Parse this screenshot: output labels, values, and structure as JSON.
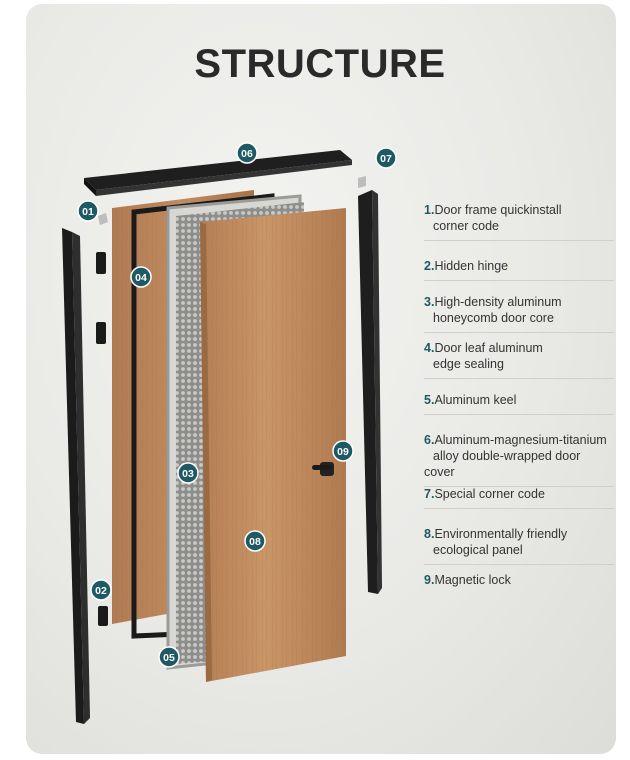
{
  "title": "STRUCTURE",
  "accent_color": "#1d5a63",
  "callouts": [
    "01",
    "02",
    "03",
    "04",
    "05",
    "06",
    "07",
    "08",
    "09"
  ],
  "legend": [
    {
      "num": "1.",
      "lines": [
        "Door frame quickinstall",
        "corner code"
      ]
    },
    {
      "num": "2.",
      "lines": [
        "Hidden hinge"
      ]
    },
    {
      "num": "3.",
      "lines": [
        "High-density aluminum",
        "honeycomb door core"
      ]
    },
    {
      "num": "4.",
      "lines": [
        "Door leaf aluminum",
        "edge sealing"
      ]
    },
    {
      "num": "5.",
      "lines": [
        "Aluminum keel"
      ]
    },
    {
      "num": "6.",
      "lines": [
        "Aluminum-magnesium-titanium",
        "alloy double-wrapped door cover"
      ]
    },
    {
      "num": "7.",
      "lines": [
        "Special corner code"
      ]
    },
    {
      "num": "8.",
      "lines": [
        "Environmentally friendly",
        "ecological panel"
      ]
    },
    {
      "num": "9.",
      "lines": [
        "Magnetic lock"
      ]
    }
  ]
}
